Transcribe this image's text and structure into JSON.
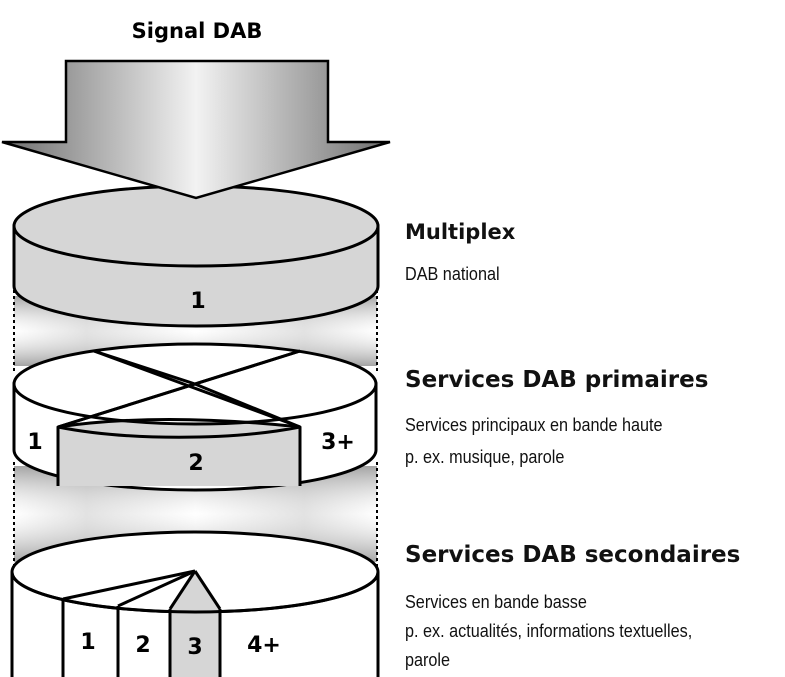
{
  "signal": {
    "title": "Signal DAB"
  },
  "layers": [
    {
      "title": "Multiplex",
      "lines": [
        "DAB national"
      ],
      "segments": [
        "1"
      ]
    },
    {
      "title": "Services DAB primaires",
      "lines": [
        "Services principaux en bande haute",
        "p. ex. musique, parole"
      ],
      "segments": [
        "1",
        "2",
        "3+"
      ]
    },
    {
      "title": "Services DAB secondaires",
      "lines": [
        "Services en bande basse",
        "p. ex. actualités, informations textuelles,",
        "parole"
      ],
      "segments": [
        "1",
        "2",
        "3",
        "4+"
      ]
    }
  ],
  "colors": {
    "fill_gray": "#d6d6d6",
    "fill_white": "#ffffff",
    "stroke": "#000000",
    "arrow_dark": "#6e6e6e",
    "arrow_light": "#f2f2f2"
  }
}
